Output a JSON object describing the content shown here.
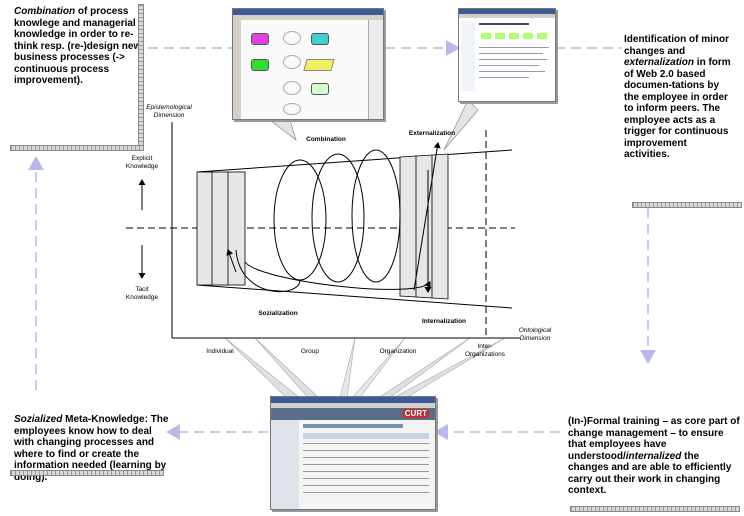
{
  "top_left_text": {
    "em": "Combination",
    "rest": " of process knowlege and managerial knowledge in order to re-think resp. (re-)design new business processes (-> continuous process improvement)."
  },
  "top_right_text": {
    "line1": "Identification of minor changes and ",
    "em": "externalization",
    "line2": " in form of Web 2.0 based documen-tations by the employee in order to inform peers. The employee acts as a trigger for continuous improvement activities."
  },
  "bottom_left_text": {
    "em": "Sozialized",
    "rest": " Meta-Knowledge: The employees know how to deal with changing processes and where to find or create the information needed (learning by doing)."
  },
  "bottom_right_text": {
    "line1": "(In-)Formal training – as core part of change management – to ensure that employees have understood/",
    "em": "internalized",
    "line2": " the changes and are able to efficiently carry out their work in changing context."
  },
  "diagram": {
    "y_axis_label": "Epistemological Dimension",
    "x_axis_label": "Ontological Dimension",
    "explicit": "Explicit Knowledge",
    "tacit": "Tacit Knowledge",
    "combination": "Combination",
    "externalization": "Externalization",
    "sozialization": "Sozialization",
    "internalization": "Internalization",
    "x_ticks": [
      "Individual",
      "Group",
      "Organization",
      "Inter-Organizations"
    ]
  },
  "bottom_screenshot": {
    "brand": "CURT"
  },
  "colors": {
    "dash": "#c8c8f0",
    "arrow": "#b8b8ee"
  }
}
